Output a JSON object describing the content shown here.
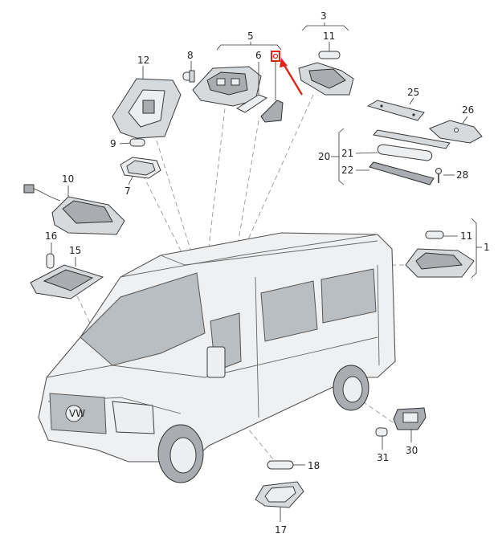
{
  "labels": {
    "l1": "1",
    "l3": "3",
    "l5": "5",
    "l6": "6",
    "l7": "7",
    "l8": "8",
    "l9": "9",
    "l10": "10",
    "l11a": "11",
    "l11b": "11",
    "l12": "12",
    "l15": "15",
    "l16": "16",
    "l17": "17",
    "l18": "18",
    "l20": "20",
    "l21": "21",
    "l22": "22",
    "l25": "25",
    "l26": "26",
    "l28": "28",
    "l30": "30",
    "l31": "31"
  },
  "colors": {
    "highlight": "#e2231a",
    "part": "#d7dadd",
    "leader_dashed": "#9aa0a6"
  }
}
